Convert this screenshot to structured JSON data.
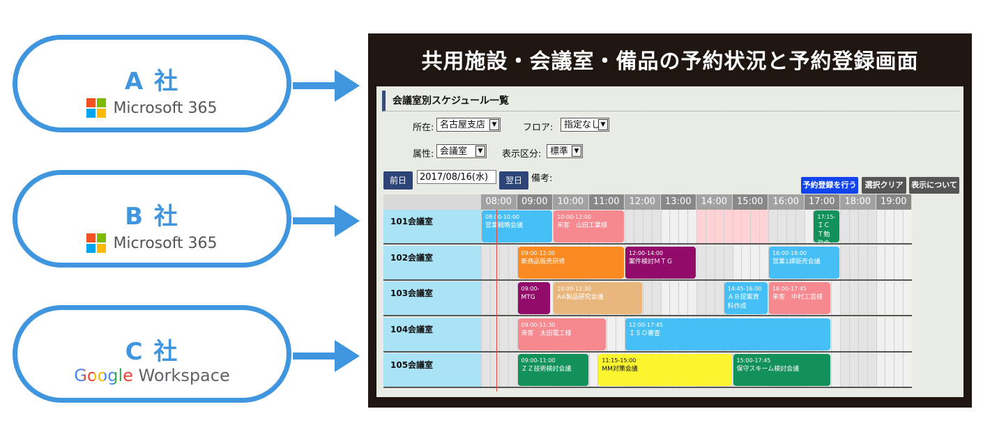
{
  "companies": [
    {
      "name": "A 社",
      "brand": "Microsoft 365",
      "logo": "microsoft-logo"
    },
    {
      "name": "B 社",
      "brand": "Microsoft 365",
      "logo": "microsoft-logo"
    },
    {
      "name": "C 社",
      "brand_google": "Google",
      "brand_workspace": "Workspace",
      "logo": "google-workspace-logo"
    }
  ],
  "colors": {
    "accent": "#3f95de",
    "nav": "#2c4478",
    "primary_action": "#1144ee"
  },
  "app": {
    "title": "共用施設・会議室・備品の予約状況と予約登録画面",
    "section_title": "会議室別スケジュール一覧",
    "filters": {
      "location_label": "所在:",
      "location_value": "名古屋支店",
      "floor_label": "フロア:",
      "floor_value": "指定なし",
      "attribute_label": "属性:",
      "attribute_value": "会議室",
      "display_label": "表示区分:",
      "display_value": "標準"
    },
    "nav": {
      "prev": "前日",
      "date": "2017/08/16(水)",
      "next": "翌日",
      "remarks_label": "備考:"
    },
    "actions": {
      "reserve": "予約登録を行う",
      "clear": "選択クリア",
      "about": "表示について"
    },
    "hours": [
      "08:00",
      "09:00",
      "10:00",
      "11:00",
      "12:00",
      "13:00",
      "14:00",
      "15:00",
      "16:00",
      "17:00",
      "18:00",
      "19:00"
    ],
    "rooms": [
      {
        "name": "101会議室",
        "events": [
          {
            "time": "08:00-10:00",
            "name": "営業戦略会議",
            "color": "#45bff5"
          },
          {
            "time": "10:00-12:00",
            "name": "来客　山田工業様",
            "color": "#f6888f"
          },
          {
            "time": "17:15-",
            "name": "ＩＣＴ勉強会",
            "color": "#13915a"
          }
        ]
      },
      {
        "name": "102会議室",
        "events": [
          {
            "time": "09:00-12:00",
            "name": "新商品販売研修",
            "color": "#fb8a22"
          },
          {
            "time": "12:00-14:00",
            "name": "案件検討ＭＴＧ",
            "color": "#920b6a"
          },
          {
            "time": "16:00-18:00",
            "name": "営業1課販売会議",
            "color": "#45bff5"
          }
        ]
      },
      {
        "name": "103会議室",
        "events": [
          {
            "time": "09:00-",
            "name": "MTG",
            "color": "#920b6a"
          },
          {
            "time": "10:00-12:30",
            "name": "AA製品研究会議",
            "color": "#e9b67e"
          },
          {
            "time": "14:45-16:00",
            "name": "ＡＢ提案資料作成",
            "color": "#45bff5"
          },
          {
            "time": "16:00-17:45",
            "name": "来客　中村工芸様",
            "color": "#f6888f"
          }
        ]
      },
      {
        "name": "104会議室",
        "events": [
          {
            "time": "09:00-11:30",
            "name": "来客　太田電工様",
            "color": "#f6888f"
          },
          {
            "time": "12:00-17:45",
            "name": "ＩＳＯ審査",
            "color": "#45bff5"
          }
        ]
      },
      {
        "name": "105会議室",
        "events": [
          {
            "time": "09:00-11:00",
            "name": "ＺＺ技術検討会議",
            "color": "#13915a"
          },
          {
            "time": "11:15-15:00",
            "name": "MM対策会議",
            "color": "#fbf530",
            "dark": true
          },
          {
            "time": "15:00-17:45",
            "name": "保守スキーム検討会議",
            "color": "#13915a"
          }
        ]
      }
    ]
  }
}
